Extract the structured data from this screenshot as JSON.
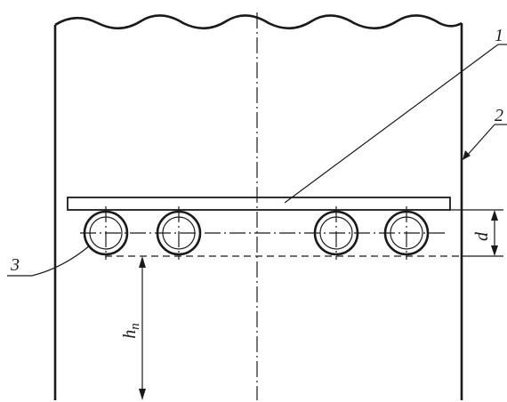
{
  "callouts": {
    "plate": "1",
    "wall": "2",
    "pipes": "3"
  },
  "dimensions": {
    "spacing": "d",
    "height": "h",
    "height_subscript": "п"
  },
  "colors": {
    "ink": "#1a1a1a",
    "background": "#ffffff"
  }
}
